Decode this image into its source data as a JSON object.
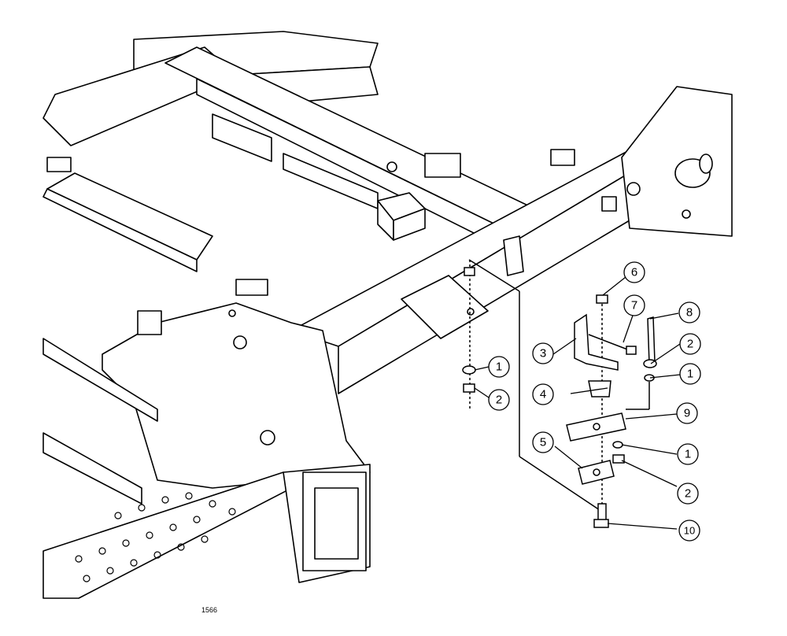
{
  "figure": {
    "drawing_number": "1566",
    "callouts": [
      {
        "id": "c1a",
        "label": "1"
      },
      {
        "id": "c2a",
        "label": "2"
      },
      {
        "id": "c6",
        "label": "6"
      },
      {
        "id": "c7",
        "label": "7"
      },
      {
        "id": "c8",
        "label": "8"
      },
      {
        "id": "c3",
        "label": "3"
      },
      {
        "id": "c2b",
        "label": "2"
      },
      {
        "id": "c1b",
        "label": "1"
      },
      {
        "id": "c4",
        "label": "4"
      },
      {
        "id": "c9",
        "label": "9"
      },
      {
        "id": "c5",
        "label": "5"
      },
      {
        "id": "c1c",
        "label": "1"
      },
      {
        "id": "c2c",
        "label": "2"
      },
      {
        "id": "c10",
        "label": "10"
      }
    ]
  }
}
